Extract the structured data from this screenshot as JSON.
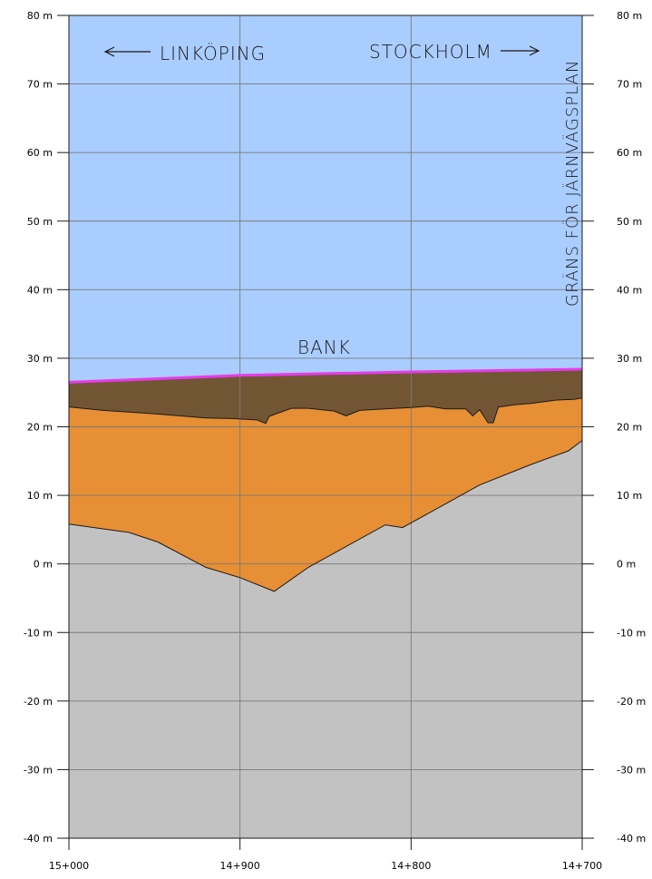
{
  "chart_data": {
    "type": "area",
    "title": "",
    "xlabel": "",
    "ylabel": "",
    "ylim": [
      -40,
      80
    ],
    "y_ticks": [
      80,
      70,
      60,
      50,
      40,
      30,
      20,
      10,
      0,
      -10,
      -20,
      -30,
      -40
    ],
    "y_tick_labels": [
      "80 m",
      "70 m",
      "60 m",
      "50 m",
      "40 m",
      "30 m",
      "20 m",
      "10 m",
      "0 m",
      "-10 m",
      "-20 m",
      "-30 m",
      "-40 m"
    ],
    "x_range_chainage": [
      15000,
      14700
    ],
    "x_ticks": [
      15000,
      14900,
      14800,
      14700
    ],
    "x_tick_labels": [
      "15+000",
      "14+900",
      "14+800",
      "14+700"
    ],
    "grid": true,
    "annotations": {
      "left_direction": "LINKÖPING",
      "right_direction": "STOCKHOLM",
      "boundary_label": "GRÄNS FÖR JÄRNVÄGSPLAN",
      "bank_label": "BANK"
    },
    "colors": {
      "sky": "#aacdff",
      "bank_fill": "#725634",
      "soil_fill": "#e68f35",
      "rock_fill": "#c2c2c2",
      "bank_line": "#e83aec"
    },
    "series": [
      {
        "name": "BANK",
        "x": [
          15000,
          14900,
          14800,
          14700
        ],
        "values": [
          26.5,
          27.5,
          28.0,
          28.4
        ]
      },
      {
        "x": [
          15000,
          14980,
          14950,
          14920,
          14905,
          14890,
          14885,
          14883,
          14880,
          14870,
          14860,
          14845,
          14838,
          14830,
          14815,
          14800,
          14790,
          14780,
          14768,
          14764,
          14760,
          14755,
          14752,
          14749,
          14745,
          14740,
          14730,
          14715,
          14705,
          14700
        ],
        "values": [
          22.9,
          22.4,
          21.9,
          21.3,
          21.2,
          21.0,
          20.5,
          21.5,
          21.8,
          22.7,
          22.7,
          22.3,
          21.6,
          22.4,
          22.6,
          22.8,
          23.0,
          22.6,
          22.6,
          21.6,
          22.5,
          20.6,
          20.6,
          22.9,
          23.0,
          23.2,
          23.4,
          23.9,
          24.0,
          24.2
        ]
      },
      {
        "x": [
          15000,
          14965,
          14948,
          14920,
          14900,
          14880,
          14860,
          14815,
          14805,
          14760,
          14730,
          14708,
          14700
        ],
        "values": [
          5.8,
          4.6,
          3.2,
          -0.5,
          -2.0,
          -4.0,
          -0.5,
          5.7,
          5.3,
          11.5,
          14.5,
          16.5,
          18.0
        ]
      }
    ]
  }
}
